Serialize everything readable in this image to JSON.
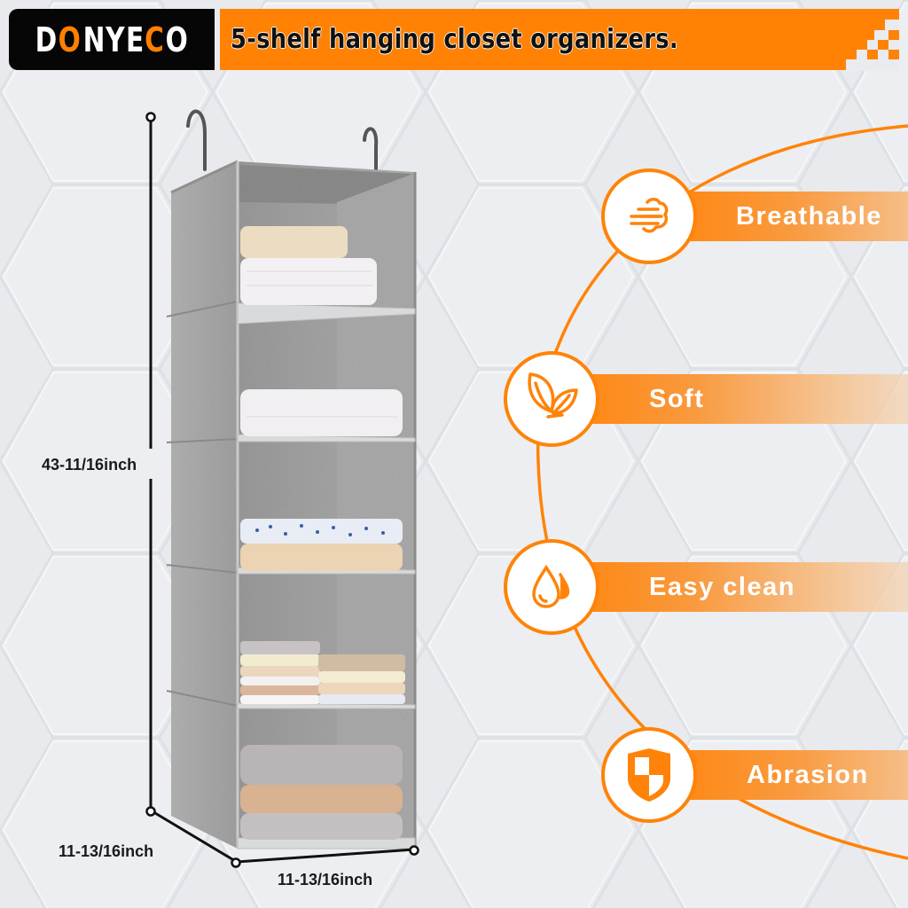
{
  "header": {
    "brand_letters": [
      {
        "char": "D",
        "accent": false
      },
      {
        "char": "O",
        "accent": true
      },
      {
        "char": "N",
        "accent": false
      },
      {
        "char": "Y",
        "accent": false
      },
      {
        "char": "E",
        "accent": false
      },
      {
        "char": "C",
        "accent": true
      },
      {
        "char": "O",
        "accent": false
      }
    ],
    "brand_name": "DONYECO",
    "title": "5-shelf hanging closet organizers."
  },
  "product": {
    "name": "5-shelf hanging closet organizer",
    "shelf_count": 5,
    "dimensions": {
      "height": "43-11/16inch",
      "depth": "11-13/16inch",
      "width": "11-13/16inch"
    }
  },
  "features": [
    {
      "label": "Breathable",
      "icon": "wind-cloud-icon"
    },
    {
      "label": "Soft",
      "icon": "leaves-icon"
    },
    {
      "label": "Easy clean",
      "icon": "water-drop-icon"
    },
    {
      "label": "Abrasion",
      "icon": "shield-icon"
    }
  ],
  "colors": {
    "accent": "#ff8205",
    "brand_bg": "#060606",
    "background": "#e9ebee",
    "fabric_gray": "#a9a9a9"
  }
}
